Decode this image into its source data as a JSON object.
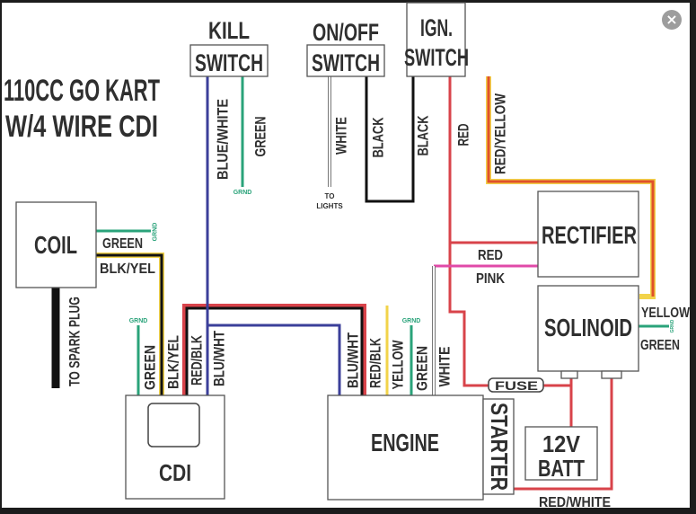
{
  "title": {
    "line1": "110CC GO KART",
    "line2": "W/4 WIRE CDI"
  },
  "components": {
    "coil": "COIL",
    "cdi": "CDI",
    "kill_switch": {
      "line1": "KILL",
      "line2": "SWITCH"
    },
    "onoff_switch": {
      "line1": "ON/OFF",
      "line2": "SWITCH"
    },
    "ign_switch": {
      "line1": "IGN.",
      "line2": "SWITCH"
    },
    "rectifier": "RECTIFIER",
    "solenoid": "SOLINOID",
    "engine": "ENGINE",
    "starter": "STARTER",
    "battery": {
      "line1": "12V",
      "line2": "BATT"
    },
    "fuse": "FUSE"
  },
  "wire_labels": {
    "coil_green": "GREEN",
    "coil_blkyel": "BLK/YEL",
    "spark_plug": "TO SPARK PLUG",
    "kill_bluewhite": "BLUE/WHITE",
    "kill_green": "GREEN",
    "onoff_white": "WHITE",
    "onoff_black": "BLACK",
    "ign_black": "BLACK",
    "ign_red": "RED",
    "ign_redyellow": "RED/YELLOW",
    "to_lights_1": "TO",
    "to_lights_2": "LIGHTS",
    "cdi_green": "GREEN",
    "cdi_blkyel": "BLK/YEL",
    "cdi_redblk": "RED/BLK",
    "cdi_bluwht": "BLU/WHT",
    "eng_bluwht": "BLU/WHT",
    "eng_redblk": "RED/BLK",
    "eng_yellow": "YELLOW",
    "eng_green": "GREEN",
    "eng_white": "WHITE",
    "rect_red": "RED",
    "rect_pink": "PINK",
    "sol_yellow": "YELLOW",
    "sol_green": "GREEN",
    "batt_redwhite": "RED/WHITE",
    "grnd": "GRND"
  },
  "colors": {
    "red": "#d8434a",
    "blue": "#3b3f9a",
    "green": "#2aa37a",
    "yellow": "#f2d34a",
    "pink": "#e04aa8",
    "black": "#111111",
    "orange": "#e0502a"
  },
  "close_icon": "×"
}
